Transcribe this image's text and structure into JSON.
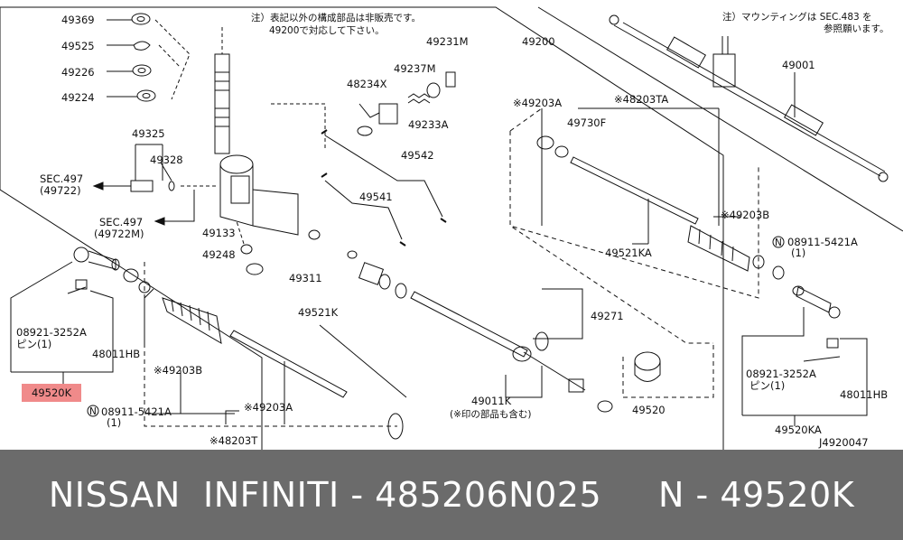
{
  "colors": {
    "footer_bg": "#6b6b6b",
    "footer_text": "#ffffff",
    "highlight": "#f08a8a",
    "line": "#111111"
  },
  "notes": {
    "left_line1": "注）表記以外の構成部品は非販売です。",
    "left_line2": "49200で対応して下さい。",
    "right_line1": "注）マウンティングは SEC.483 を",
    "right_line2": "参照願います。"
  },
  "labels": {
    "p49369": "49369",
    "p49525": "49525",
    "p49226": "49226",
    "p49224": "49224",
    "p49325": "49325",
    "p49328": "49328",
    "sec497_a": "SEC.497",
    "sec497_a_sub": "(49722)",
    "sec497_b": "SEC.497",
    "sec497_b_sub": "(49722M)",
    "p49133": "49133",
    "p49248": "49248",
    "p48234x": "48234X",
    "p49237m": "49237M",
    "p49231m": "49231M",
    "p49233a": "49233A",
    "p49200": "49200",
    "p49542": "49542",
    "p49541": "49541",
    "p49311": "49311",
    "p49521k": "49521K",
    "p49271": "49271",
    "p49011k": "49011K",
    "p49011k_note": "(※印の部品も含む)",
    "p49203b_left": "※49203B",
    "p49203a_left": "※49203A",
    "p48203t": "※48203T",
    "n08911_left": "08911-5421A",
    "n08911_left_qty": "(1)",
    "p08921_left": "08921-3252A",
    "p08921_left_pin": "ピン(1)",
    "p48011hb_left": "48011HB",
    "p49520k": "49520K",
    "p49520": "49520",
    "p49001": "49001",
    "p49203a_right": "※49203A",
    "p49730f": "49730F",
    "p48203ta": "※48203TA",
    "p49203b_right": "※49203B",
    "n08911_right": "08911-5421A",
    "n08911_right_qty": "(1)",
    "p49521ka": "49521KA",
    "p08921_right": "08921-3252A",
    "p08921_right_pin": "ピン(1)",
    "p48011hb_right": "48011HB",
    "p49520ka": "49520KA",
    "figure_id": "J4920047",
    "n_symbol": "N"
  },
  "footer": {
    "text": "NISSAN  INFINITI - 485206N025     N - 49520K"
  }
}
